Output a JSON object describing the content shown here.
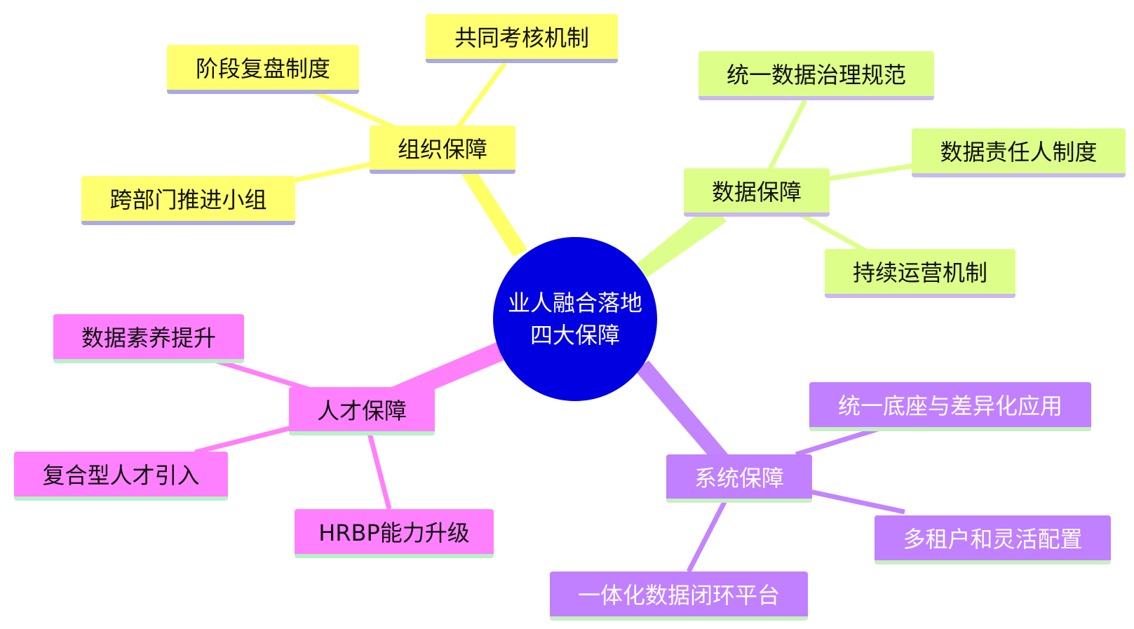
{
  "center": {
    "line1": "业人融合落地",
    "line2": "四大保障"
  },
  "colors": {
    "center": "#0000e0",
    "org": "#ffff70",
    "org_line": "#ffff66",
    "org_border": "#a9a9e6",
    "data": "#ddff8a",
    "data_line": "#dcff8c",
    "data_border": "#c9b8ee",
    "talent": "#ff80ff",
    "talent_line": "#ff80f8",
    "talent_border": "#b8f0c8",
    "system": "#c080ff",
    "system_line": "#c384ff",
    "system_border": "#c8f0c0"
  },
  "branches": {
    "org": {
      "label": "组织保障",
      "children": [
        "共同考核机制",
        "阶段复盘制度",
        "跨部门推进小组"
      ]
    },
    "data": {
      "label": "数据保障",
      "children": [
        "统一数据治理规范",
        "数据责任人制度",
        "持续运营机制"
      ]
    },
    "talent": {
      "label": "人才保障",
      "children": [
        "数据素养提升",
        "复合型人才引入",
        "HRBP能力升级"
      ]
    },
    "system": {
      "label": "系统保障",
      "children": [
        "统一底座与差异化应用",
        "多租户和灵活配置",
        "一体化数据闭环平台"
      ]
    }
  }
}
